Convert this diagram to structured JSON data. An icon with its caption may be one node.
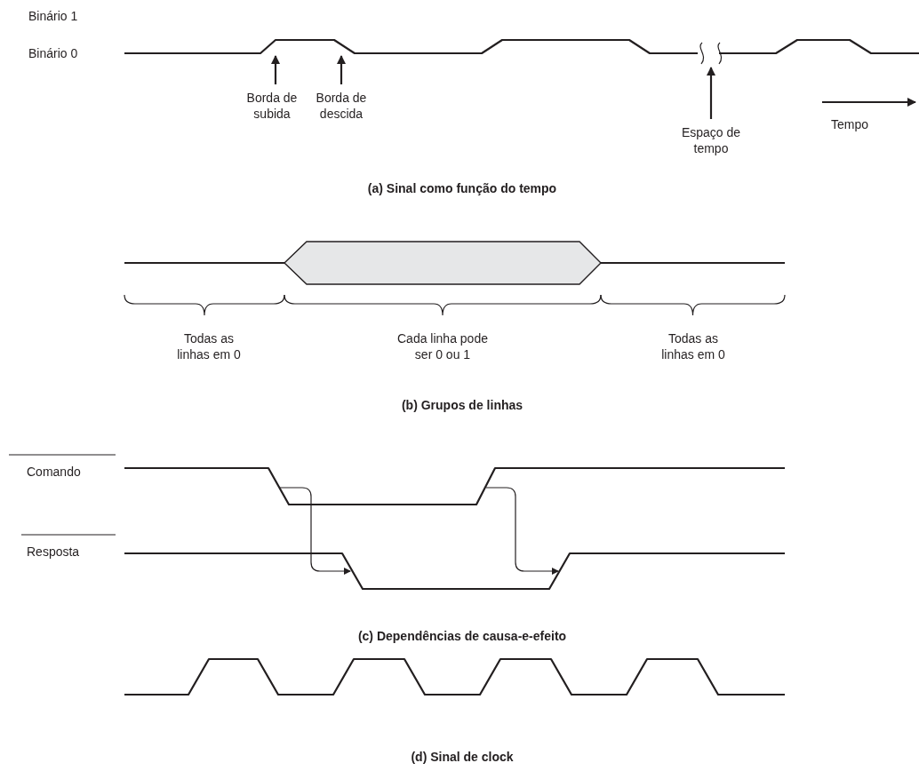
{
  "diagram": {
    "nodes": [
      {
        "text": [
          "Borda de subida"
        ]
      },
      {
        "text": [
          "Borda de descida"
        ]
      },
      {
        "text": [
          "Espaço de tempo"
        ]
      },
      {
        "text": [],
        "shape": "picture"
      }
    ],
    "edges": [
      {
        "from": 0,
        "to": null,
        "arrow": "to"
      },
      {
        "from": 1,
        "to": null,
        "arrow": "to"
      },
      {
        "from": 2,
        "to": 3,
        "arrow": "to"
      }
    ],
    "labels": [
      "Binário 1",
      "Binário 0",
      "Tempo",
      "(a) Sinal como função do tempo",
      "Todas as linhas em 0",
      "Cada linha pode ser 0 ou 1",
      "Todas as linhas em 0",
      "(b) Grupos de linhas",
      "Comando",
      "Resposta",
      "(c) Dependências de causa-e-efeito",
      "(d) Sinal de clock"
    ]
  }
}
